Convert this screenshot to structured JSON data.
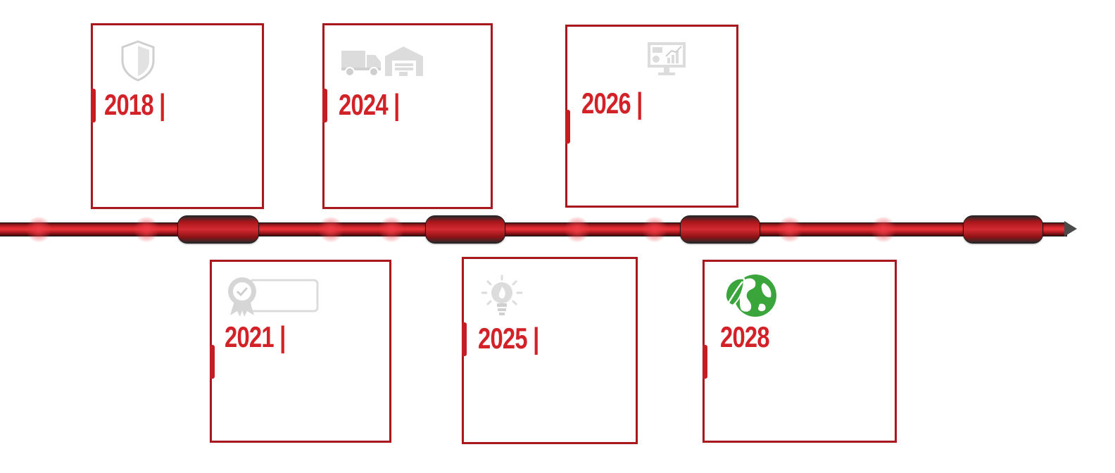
{
  "timeline": {
    "colors": {
      "accent": "#d32128",
      "card_border": "#a8181d",
      "icon_grey": "#d4d4d4",
      "icon_green": "#3aa53a"
    },
    "milestones": [
      {
        "year_label": "2018 |",
        "icon": "shield-icon",
        "position": "top"
      },
      {
        "year_label": "2024 |",
        "icon": "truck-warehouse-icon",
        "position": "top"
      },
      {
        "year_label": "2026 |",
        "icon": "monitor-chart-icon",
        "position": "top"
      },
      {
        "year_label": "2021 |",
        "icon": "certificate-badge-icon",
        "position": "bottom"
      },
      {
        "year_label": "2025 |",
        "icon": "lightbulb-flame-icon",
        "position": "bottom"
      },
      {
        "year_label": "2028",
        "icon": "eco-globe-icon",
        "position": "bottom"
      }
    ]
  }
}
